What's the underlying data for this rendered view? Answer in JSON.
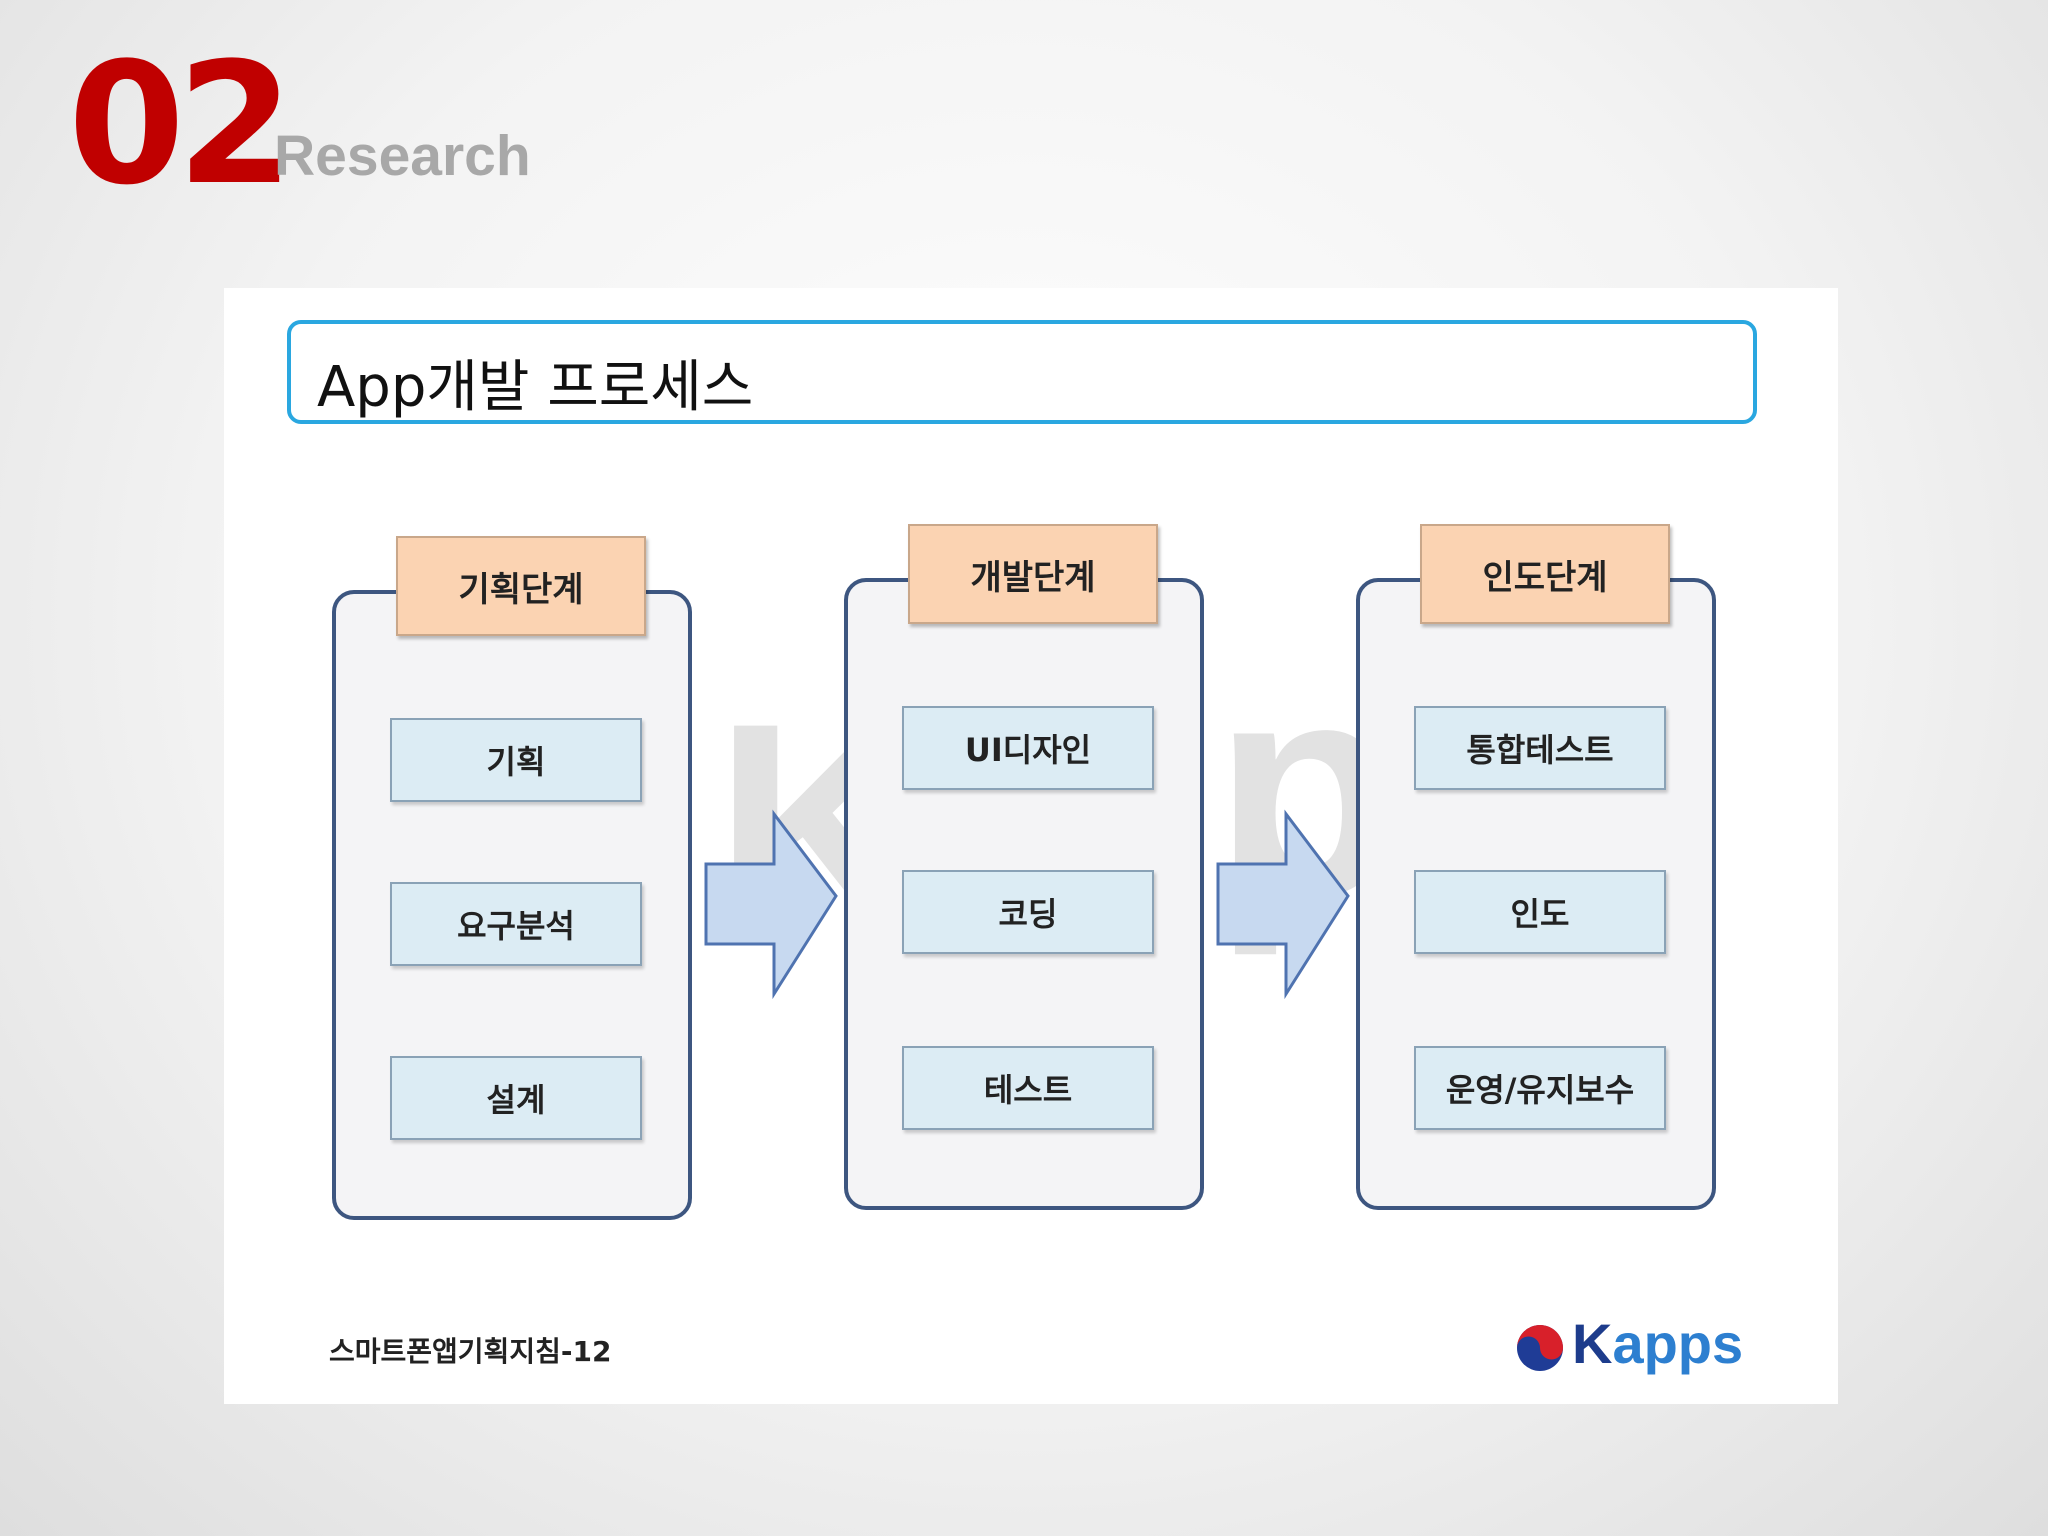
{
  "header": {
    "number": "02",
    "title": "Research"
  },
  "slide": {
    "title": "App개발 프로세스",
    "stages": [
      {
        "label": "기획단계",
        "steps": [
          "기획",
          "요구분석",
          "설계"
        ]
      },
      {
        "label": "개발단계",
        "steps": [
          "UI디자인",
          "코딩",
          "테스트"
        ]
      },
      {
        "label": "인도단계",
        "steps": [
          "통합테스트",
          "인도",
          "운영/유지보수"
        ]
      }
    ],
    "footer": "스마트폰앱기획지침-12",
    "logo": {
      "k": "K",
      "rest": "apps"
    },
    "colors": {
      "accent_red": "#c00000",
      "title_border": "#2aa7e0",
      "stage_header": "#fbd3b2",
      "step_box": "#dcecf4",
      "arrow": "#c7d9f0",
      "stage_border": "#3d5680"
    }
  }
}
